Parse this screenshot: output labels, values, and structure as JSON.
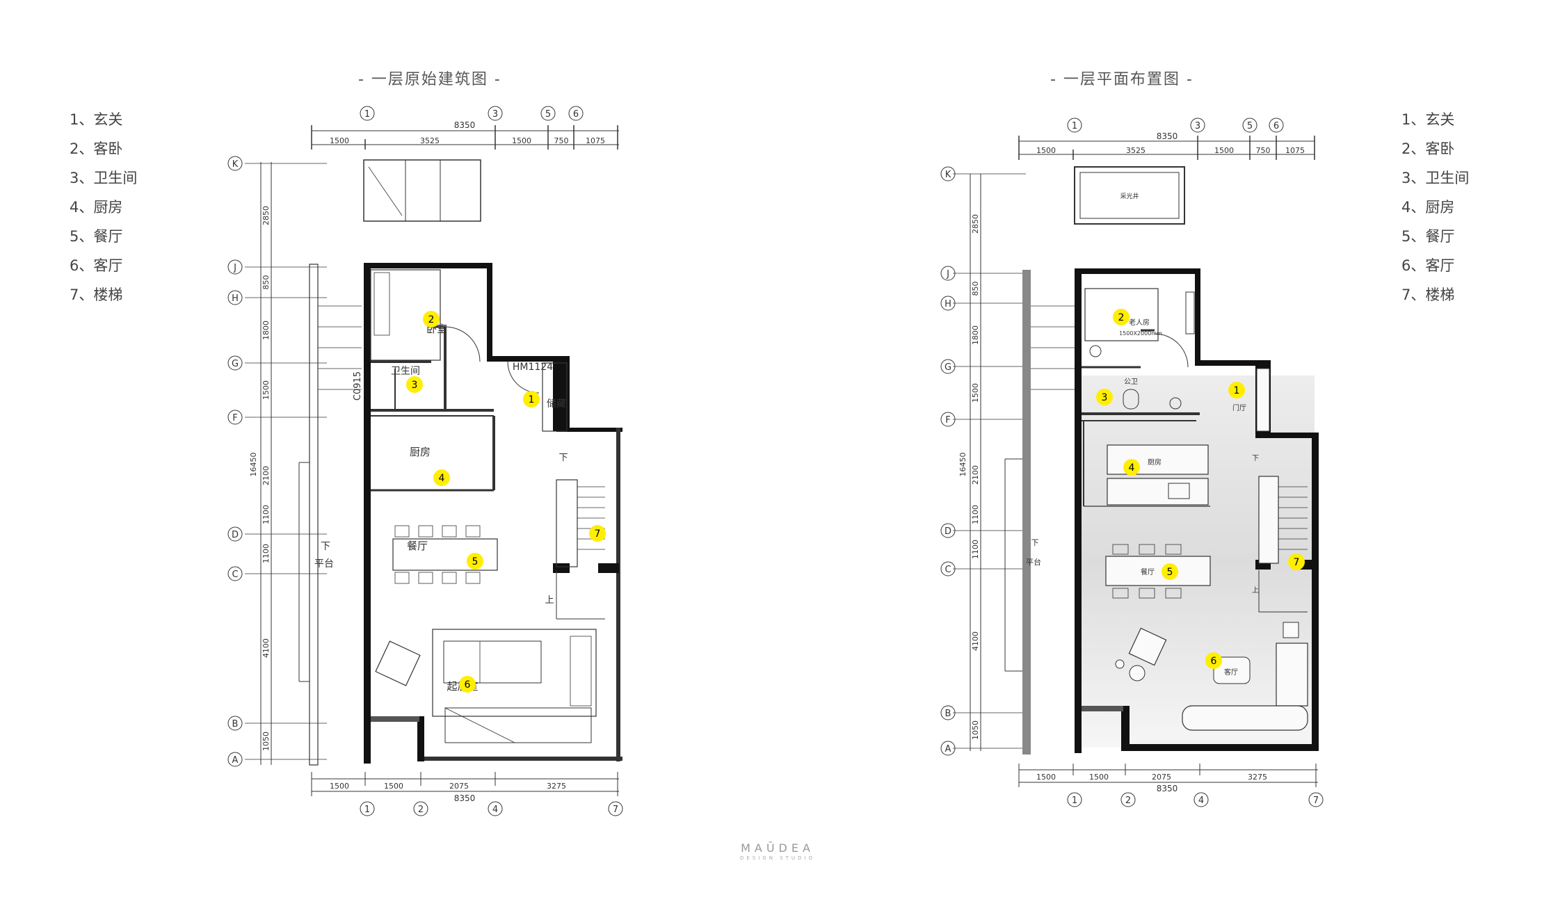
{
  "titles": {
    "left": "- 一层原始建筑图 -",
    "right": "- 一层平面布置图 -"
  },
  "legend": [
    "1、玄关",
    "2、客卧",
    "3、卫生间",
    "4、厨房",
    "5、餐厅",
    "6、客厅",
    "7、楼梯"
  ],
  "grid": {
    "top_axes": [
      "1",
      "3",
      "5",
      "6"
    ],
    "bottom_axes": [
      "1",
      "2",
      "4",
      "7"
    ],
    "row_axes": [
      "K",
      "J",
      "H",
      "G",
      "F",
      "D",
      "C",
      "B",
      "A"
    ],
    "top_total": "8350",
    "top_spans": [
      "1500",
      "3525",
      "1500",
      "750",
      "1075"
    ],
    "bottom_spans": [
      "1500",
      "1500",
      "2075",
      "3275"
    ],
    "bottom_total": "8350",
    "side_total": "16450",
    "side_spans": [
      "2850",
      "850",
      "1800",
      "1500",
      "2100",
      "1100",
      "1100",
      "4100",
      "1050"
    ]
  },
  "left_plan": {
    "rooms": {
      "bedroom": "卧室",
      "bathroom": "卫生间",
      "kitchen": "厨房",
      "dining": "餐厅",
      "living": "起居室",
      "storage": "储藏",
      "terrace_down": "下",
      "terrace": "平台",
      "stair_down": "下",
      "stair_up": "上",
      "door_code": "HM1124",
      "window_code": "C0915"
    },
    "markers": [
      "1",
      "2",
      "3",
      "4",
      "5",
      "6",
      "7"
    ]
  },
  "right_plan": {
    "rooms": {
      "skylight": "采光井",
      "elder_room": "老人房",
      "bed_size": "1500X2000mm",
      "bathroom": "公卫",
      "foyer": "门厅",
      "kitchen": "厨房",
      "dining": "餐厅",
      "living": "客厅",
      "terrace_down": "下",
      "terrace": "平台",
      "stair_down": "下",
      "stair_up": "上"
    },
    "markers": [
      "1",
      "2",
      "3",
      "4",
      "5",
      "6",
      "7"
    ]
  },
  "brand": {
    "name": "MAŪDEA",
    "sub": "DESIGN STUDIO"
  },
  "colors": {
    "marker": "#ffee00",
    "wall": "#111111",
    "floor_shade": "#dedede"
  }
}
